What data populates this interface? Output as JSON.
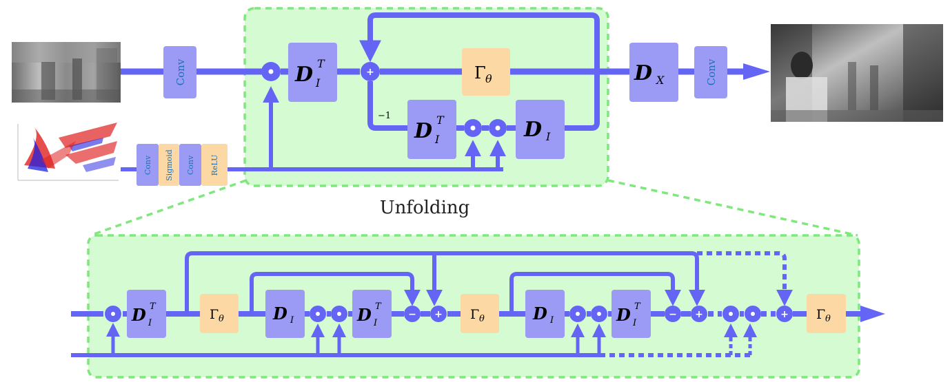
{
  "caption": "Unfolding",
  "blocks": {
    "conv": "Conv",
    "sigmoid": "Sigmoid",
    "relu": "ReLU",
    "gamma": "Γ",
    "gamma_sub": "θ",
    "dit_base": "D",
    "dit_sub": "I",
    "dit_sup": "T",
    "di_base": "D",
    "di_sub": "I",
    "dx_base": "D",
    "dx_sub": "X"
  },
  "operators": {
    "plus": "+",
    "minus": "−",
    "neg_one": "−1"
  },
  "colors": {
    "flow": "#6464f5",
    "block_d": "#9b9bf5",
    "block_gamma": "#fcd9a4",
    "unfold_fill": "#d5fbd3",
    "unfold_border": "#7ee87c",
    "conv_text": "#1e6fb5"
  },
  "images": {
    "blurry_input": "blurred grayscale street photo",
    "event_input": "red and blue event scatter plot",
    "output": "sharp grayscale street photo"
  }
}
